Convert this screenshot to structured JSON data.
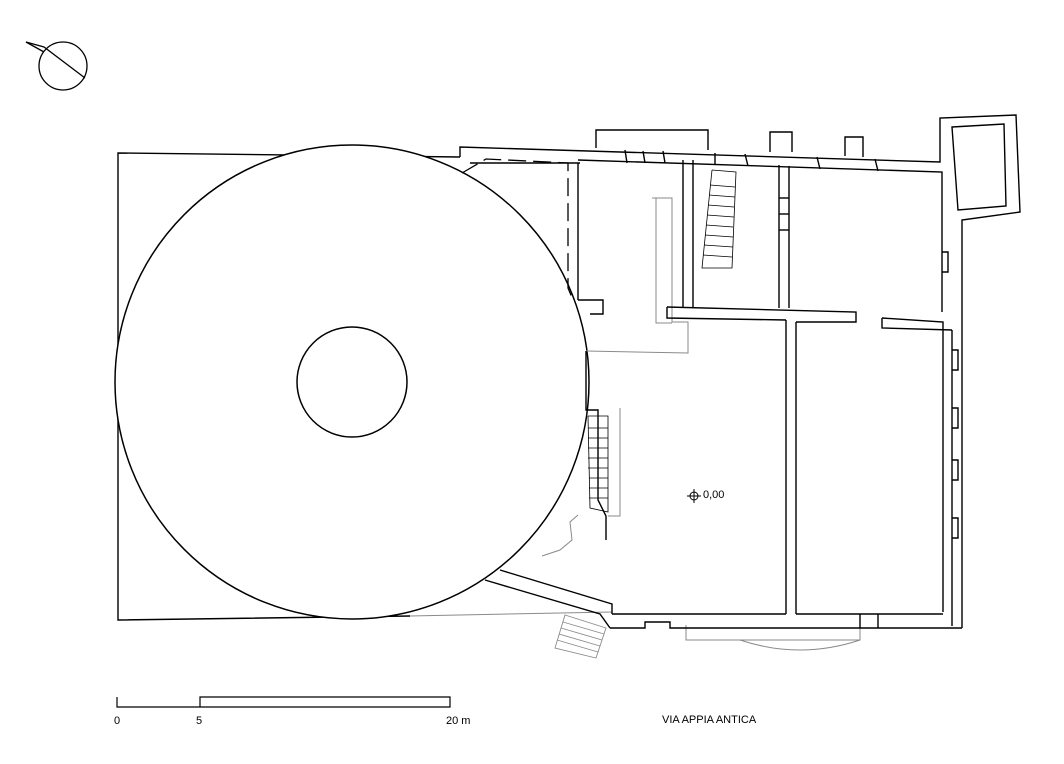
{
  "colors": {
    "ink": "#000000",
    "secondary_line": "#8a8a8a",
    "background": "#ffffff"
  },
  "north_arrow": {
    "icon": "north-arrow-icon"
  },
  "datum": {
    "label": "0,00",
    "icon": "crosshair-icon"
  },
  "scale_bar": {
    "ticks": [
      "0",
      "5",
      "20 m"
    ]
  },
  "street": {
    "label": "VIA APPIA ANTICA"
  }
}
